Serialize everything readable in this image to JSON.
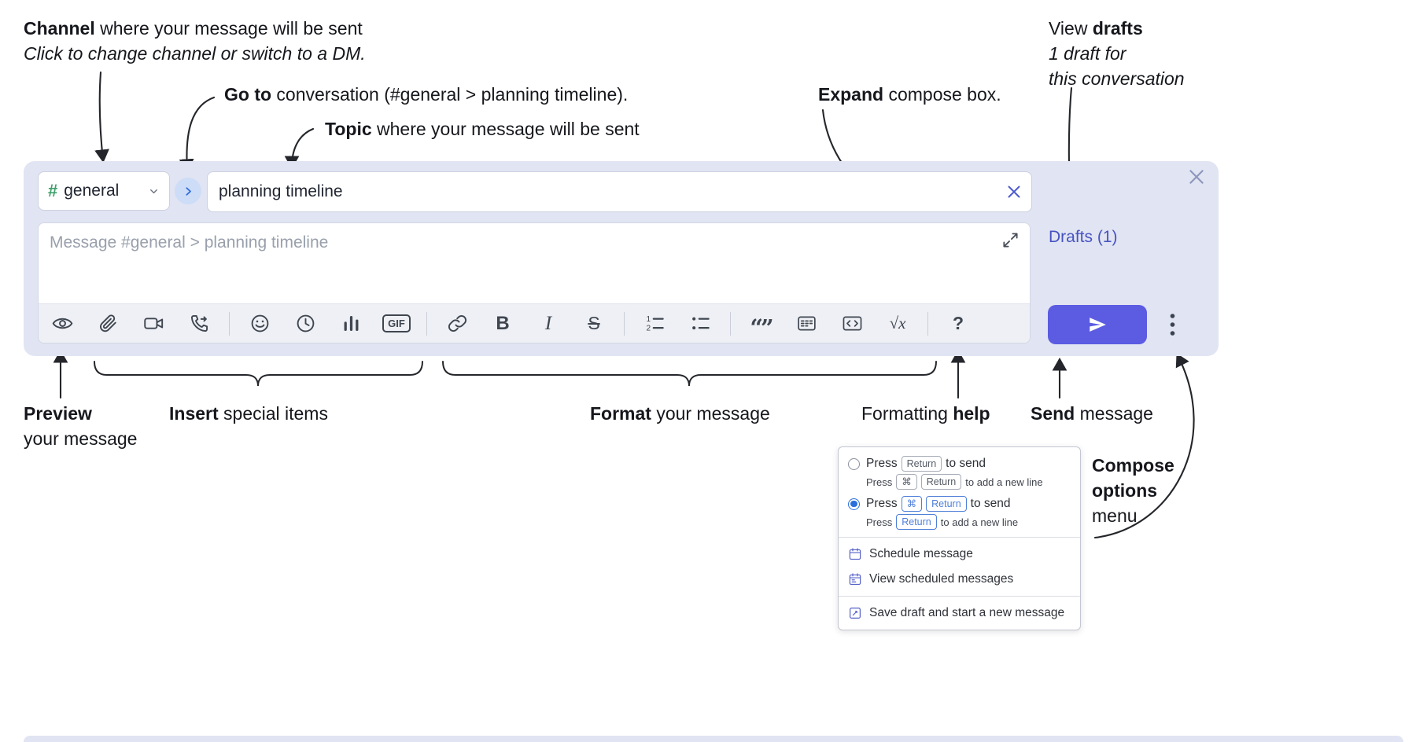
{
  "annotations": {
    "channel": {
      "bold": "Channel",
      "rest": " where your message will be sent",
      "line2": "Click to change channel or switch to a DM."
    },
    "goto": {
      "bold": "Go to",
      "rest": " conversation (#general > planning timeline)."
    },
    "topic": {
      "bold": "Topic",
      "rest": " where your message will be sent"
    },
    "expand": {
      "bold": "Expand",
      "rest": " compose box."
    },
    "drafts": {
      "pre": "View ",
      "bold": "drafts",
      "line2": "1 draft for",
      "line3": "this conversation"
    },
    "preview": {
      "bold": "Preview",
      "line2": "your message"
    },
    "insert": {
      "bold": "Insert",
      "rest": " special items"
    },
    "format": {
      "bold": "Format",
      "rest": " your message"
    },
    "help": {
      "pre": "Formatting ",
      "bold": "help"
    },
    "send": {
      "bold": "Send",
      "rest": " message"
    },
    "compose_options": {
      "line1": "Compose",
      "line2": "options",
      "line3": "menu"
    }
  },
  "compose": {
    "channel_hash": "#",
    "channel_name": "general",
    "topic_value": "planning timeline",
    "message_placeholder": "Message #general > planning timeline",
    "drafts_link": "Drafts (1)"
  },
  "toolbar": {
    "gif": "GIF",
    "bold": "B",
    "italic": "I",
    "strike": "S",
    "quote": "“”",
    "math": "√x",
    "help": "?",
    "icons": [
      "preview-eye",
      "attach-file",
      "add-video-call",
      "add-voice-call",
      "emoji",
      "add-global-time",
      "add-poll",
      "add-gif",
      "link",
      "bold",
      "italic",
      "strikethrough",
      "numbered-list",
      "bulleted-list",
      "quote",
      "spoiler",
      "code",
      "math",
      "help"
    ]
  },
  "menu": {
    "option_enter": {
      "pre": "Press",
      "key1": "Return",
      "post": "to send",
      "sub_pre": "Press",
      "sub_key1": "⌘",
      "sub_key2": "Return",
      "sub_post": "to add a new line"
    },
    "option_cmd_enter": {
      "pre": "Press",
      "key1": "⌘",
      "key2": "Return",
      "post": "to send",
      "sub_pre": "Press",
      "sub_key1": "Return",
      "sub_post": "to add a new line"
    },
    "schedule": "Schedule message",
    "view_scheduled": "View scheduled messages",
    "save_draft": "Save draft and start a new message"
  },
  "colors": {
    "compose_bg": "#e1e4f2",
    "send_button": "#5b5ce2",
    "drafts_link": "#4653c2",
    "channel_green": "#3fa06b",
    "goto_circle_bg": "#cdddf7",
    "key_highlight": "#4f7fd9",
    "radio_selected": "#2a6fdb",
    "annotation_text": "#15171c"
  }
}
